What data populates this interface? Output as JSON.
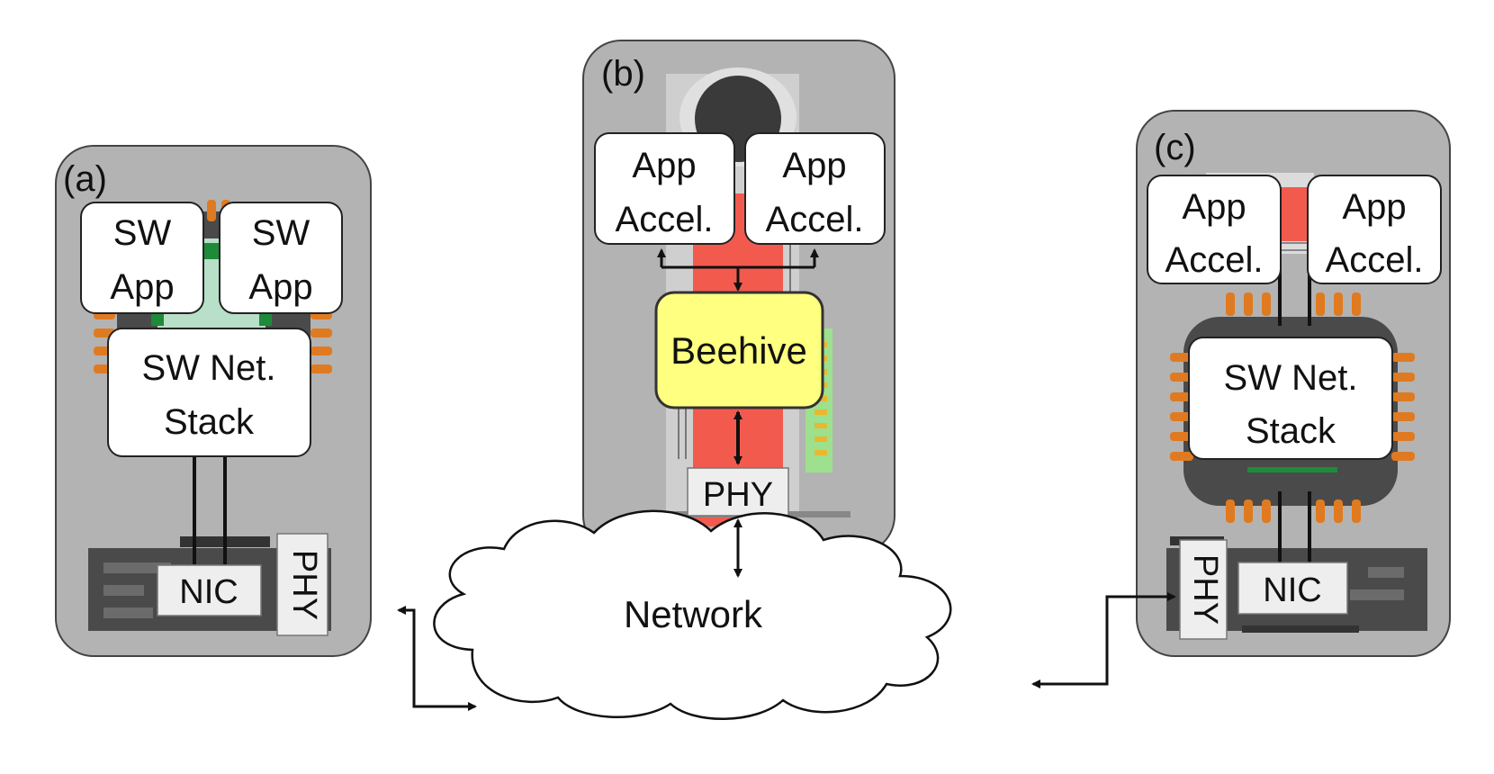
{
  "panel_a": {
    "label": "(a)",
    "app_left": [
      "SW",
      "App"
    ],
    "app_right": [
      "SW",
      "App"
    ],
    "stack": [
      "SW Net.",
      "Stack"
    ],
    "nic": "NIC",
    "phy": "PHY"
  },
  "panel_b": {
    "label": "(b)",
    "accel_left": [
      "App",
      "Accel."
    ],
    "accel_right": [
      "App",
      "Accel."
    ],
    "core": "Beehive",
    "phy": "PHY"
  },
  "panel_c": {
    "label": "(c)",
    "accel_left": [
      "App",
      "Accel."
    ],
    "accel_right": [
      "App",
      "Accel."
    ],
    "stack": [
      "SW Net.",
      "Stack"
    ],
    "nic": "NIC",
    "phy": "PHY"
  },
  "network": {
    "label": "Network"
  },
  "colors": {
    "panel": "#b3b3b3",
    "pin": "#e07a20",
    "fpga_red": "#f25a4e",
    "beehive_fill": "#ffff80",
    "board_dark": "#4a4a4a"
  }
}
